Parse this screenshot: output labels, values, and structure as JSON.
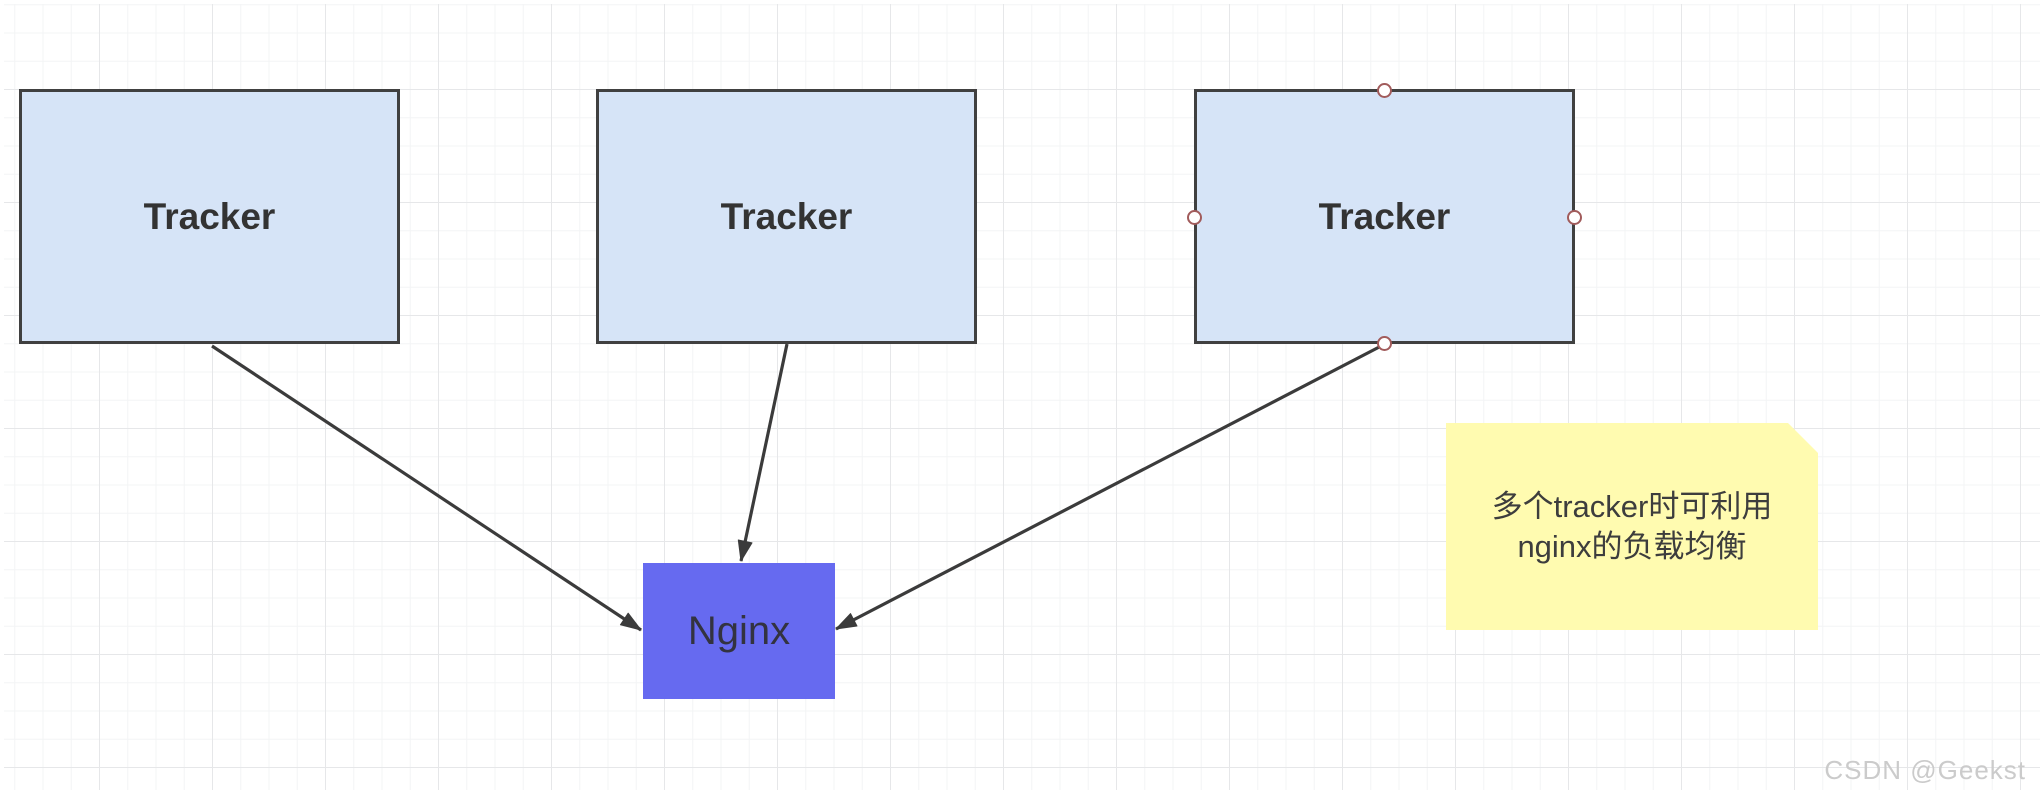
{
  "diagram": {
    "nodes": {
      "tracker1": {
        "label": "Tracker",
        "fill": "#d6e4f7",
        "border": "#404040"
      },
      "tracker2": {
        "label": "Tracker",
        "fill": "#d6e4f7",
        "border": "#404040"
      },
      "tracker3": {
        "label": "Tracker",
        "fill": "#d6e4f7",
        "border": "#404040",
        "selected_connection_points": [
          "top",
          "right",
          "bottom",
          "left"
        ]
      },
      "nginx": {
        "label": "Nginx",
        "fill": "#666af0"
      }
    },
    "edges": [
      {
        "from": "tracker1",
        "to": "nginx",
        "arrow": "filled-triangle",
        "color": "#3b3b3b"
      },
      {
        "from": "tracker2",
        "to": "nginx",
        "arrow": "filled-triangle",
        "color": "#3b3b3b"
      },
      {
        "from": "tracker3",
        "to": "nginx",
        "arrow": "filled-triangle",
        "color": "#3b3b3b"
      }
    ],
    "note": {
      "line1": "多个tracker时可利用",
      "line2": "nginx的负载均衡",
      "fill": "#fffbb0",
      "fold_color": "#ddd67b"
    }
  },
  "watermark": {
    "text": "CSDN @Geekst",
    "color": "#cbcbcb"
  },
  "colors": {
    "grid_minor": "#f3f4f5",
    "grid_major": "#e6e7e9",
    "handle_stroke": "#a15b5b",
    "handle_fill": "#ffffff",
    "text": "#333333"
  }
}
